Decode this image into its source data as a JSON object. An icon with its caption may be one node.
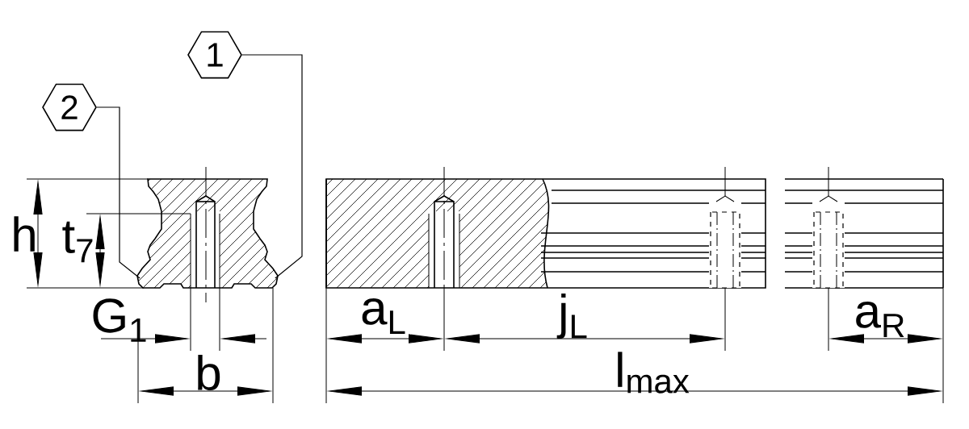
{
  "diagram": {
    "nodes": [
      {
        "text": [
          "1"
        ]
      },
      {
        "text": [
          "2"
        ]
      },
      {
        "text": [],
        "shape": "picture"
      }
    ],
    "edges": [
      {
        "from": 0,
        "to": 2,
        "arrow": "none"
      },
      {
        "from": 1,
        "to": 2,
        "arrow": "none"
      }
    ],
    "labels": [
      "h",
      "t$_{7}$",
      "G$_{1}$",
      "b",
      "a$_{L}$",
      "j$_{L}$",
      "a$_{R}$",
      "l$_{max}$"
    ]
  }
}
